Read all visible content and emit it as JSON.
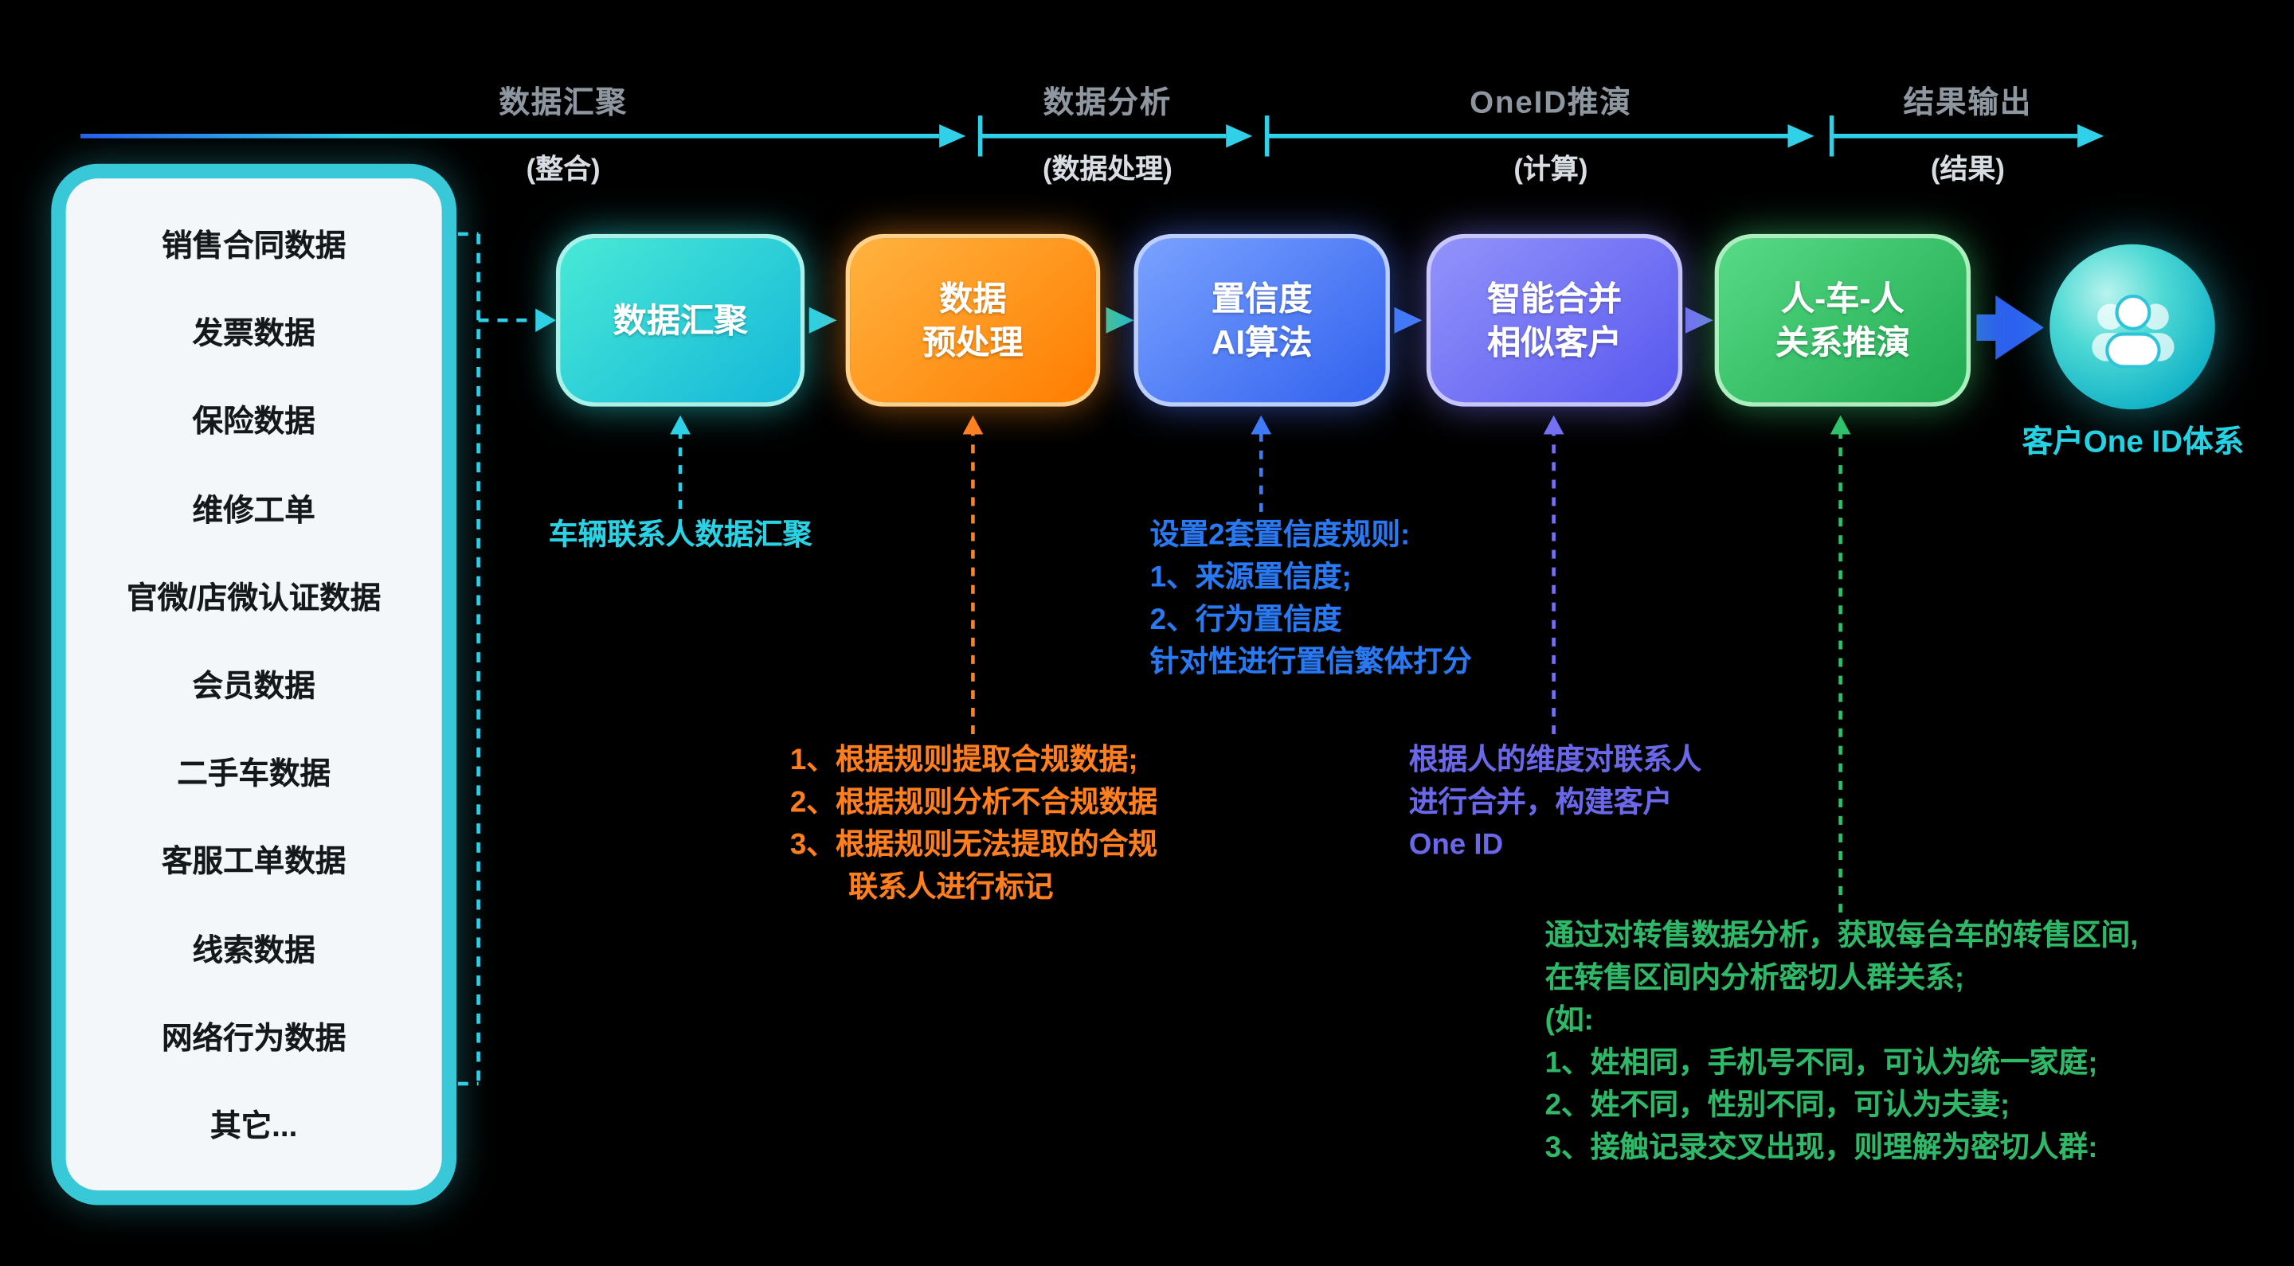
{
  "timeline": {
    "phases": [
      {
        "label": "数据汇聚",
        "sub": "(整合)"
      },
      {
        "label": "数据分析",
        "sub": "(数据处理)"
      },
      {
        "label": "OneID推演",
        "sub": "(计算)"
      },
      {
        "label": "结果输出",
        "sub": "(结果)"
      }
    ]
  },
  "sources": {
    "items": [
      "销售合同数据",
      "发票数据",
      "保险数据",
      "维修工单",
      "官微/店微认证数据",
      "会员数据",
      "二手车数据",
      "客服工单数据",
      "线索数据",
      "网络行为数据",
      "其它..."
    ]
  },
  "nodes": [
    {
      "label": "数据汇聚"
    },
    {
      "label": "数据\n预处理"
    },
    {
      "label": "置信度\nAI算法"
    },
    {
      "label": "智能合并\n相似客户"
    },
    {
      "label": "人-车-人\n关系推演"
    }
  ],
  "notes": {
    "aggregation": {
      "lines": [
        "车辆联系人数据汇聚"
      ]
    },
    "preprocess": {
      "lines": [
        "1、根据规则提取合规数据;",
        "2、根据规则分析不合规数据",
        "3、根据规则无法提取的合规",
        "　　联系人进行标记"
      ]
    },
    "confidence": {
      "lines": [
        "设置2套置信度规则:",
        "1、来源置信度;",
        "2、行为置信度",
        "针对性进行置信繁体打分"
      ]
    },
    "merge": {
      "lines": [
        "根据人的维度对联系人",
        "进行合并，构建客户",
        "One ID"
      ]
    },
    "relation": {
      "lines": [
        "通过对转售数据分析，获取每台车的转售区间,",
        "在转售区间内分析密切人群关系;",
        "(如:",
        "1、姓相同，手机号不同，可认为统一家庭;",
        "2、姓不同，性别不同，可认为夫妻;",
        "3、接触记录交叉出现，则理解为密切人群:"
      ]
    }
  },
  "result": {
    "caption": "客户One ID体系",
    "icon": "users-group-icon"
  },
  "colors": {
    "cyan": "#2ad4e6",
    "orange": "#ff7d1f",
    "blue": "#2f7bff",
    "purple": "#6b67e9",
    "green": "#2eb868",
    "panel_border": "#38c8d8",
    "background": "#000000"
  }
}
